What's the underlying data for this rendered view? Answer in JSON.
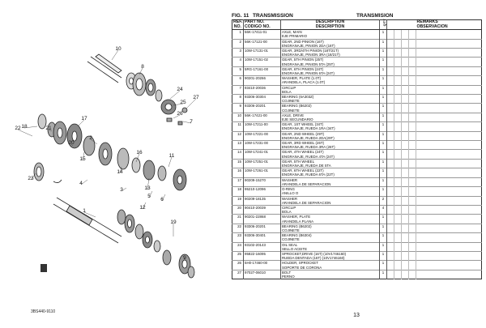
{
  "figure": {
    "fig_label": "FIG.  11",
    "title_en": "TRANSMISSION",
    "title_es": "TRANSMISION",
    "diagram_code": "3BS440-9110"
  },
  "columns": {
    "ref": "REF.\nNO.",
    "part_no": "PART NO.\nCODIGO NO.",
    "description": "DESCRIPTION\nDESCRIPTION",
    "qty": "Q'TY",
    "remarks": "REMARKS\nOBSERVACION"
  },
  "callouts": [
    "1",
    "2",
    "3",
    "4",
    "5",
    "6",
    "7",
    "8",
    "9",
    "10",
    "11",
    "12",
    "13",
    "14",
    "15",
    "16",
    "17",
    "18",
    "19",
    "20",
    "21",
    "22",
    "23",
    "24",
    "25",
    "26",
    "27"
  ],
  "rows": [
    {
      "ref": "1",
      "part_no": "56K-17411-01",
      "en": "AXLE, MAIN",
      "es": "EJE PRIMARIO",
      "qty": "1"
    },
    {
      "ref": "2",
      "part_no": "56K-17121-00",
      "en": "GEAR, 2ND PINION (16T)",
      "es": "ENGRANAJE, PINION 2DA (16T)",
      "qty": "1"
    },
    {
      "ref": "3",
      "part_no": "10W-17131-01",
      "en": "GEAR, 3RD/4TH PINION (18T/21T)",
      "es": "ENGRANAJE, PINION 3RA (18/21T)",
      "qty": "1"
    },
    {
      "ref": "4",
      "part_no": "10W-17151-02",
      "en": "GEAR, 5TH PINION (25T)",
      "es": "ENGRANAJE, PINION 5TA (25T)",
      "qty": "1"
    },
    {
      "ref": "5",
      "part_no": "5RG-17161-00",
      "en": "GEAR, 6TH PINION (24T)",
      "es": "ENGRANAJE, PINION 6TA (24T)",
      "qty": "1"
    },
    {
      "ref": "6",
      "part_no": "90201-20266",
      "en": "WASHER, PLATE (1.0T)",
      "es": "ARANDELA, PLACA (1.0T)",
      "qty": "1"
    },
    {
      "ref": "7",
      "part_no": "93410-20036",
      "en": "CIRCLIP",
      "es": "BOLA",
      "qty": "1"
    },
    {
      "ref": "8",
      "part_no": "93306-30304",
      "en": "BEARING (6A303Z)",
      "es": "COJINETE",
      "qty": "1"
    },
    {
      "ref": "9",
      "part_no": "93306-20201",
      "en": "BEARING (B6202)",
      "es": "COJINETE",
      "qty": "1"
    },
    {
      "ref": "10",
      "part_no": "56K-17421-00",
      "en": "AXLE, DRIVE",
      "es": "EJE SECUNDARIO",
      "qty": "1"
    },
    {
      "ref": "11",
      "part_no": "10W-17211-00",
      "en": "GEAR, 1ST WHEEL (34T)",
      "es": "ENGRANAJE, RUEDA 1RA (34T)",
      "qty": "1"
    },
    {
      "ref": "12",
      "part_no": "10W-17221-00",
      "en": "GEAR, 2ND WHEEL (29T)",
      "es": "ENGRANAJE, RUEDA 2DA(29T)",
      "qty": "1"
    },
    {
      "ref": "13",
      "part_no": "10W-17231-00",
      "en": "GEAR, 3RD WHEEL (26T)",
      "es": "ENGRANAJE, RUEDA 3RA (26T)",
      "qty": "1"
    },
    {
      "ref": "14",
      "part_no": "10W-17241-01",
      "en": "GEAR, 4TH WHEEL (24T)",
      "es": "ENGRANAJE, RUEDA 4TA (24T)",
      "qty": "1"
    },
    {
      "ref": "15",
      "part_no": "10W-17251-01",
      "en": "GEAR, 5TH WHEEL",
      "es": "ENGRANAJE, RUEDA DE 5TA",
      "qty": "1"
    },
    {
      "ref": "16",
      "part_no": "10W-17261-01",
      "en": "GEAR, 6TH WHEEL (22T)",
      "es": "ENGRANAJE, RUEDA 6TA (22T)",
      "qty": "1"
    },
    {
      "ref": "17",
      "part_no": "90209-15270",
      "en": "WASHER",
      "es": "ARANDELA DE SEPARACION",
      "qty": "1"
    },
    {
      "ref": "18",
      "part_no": "95210-12096",
      "en": "O-RING",
      "es": "ANILLO O",
      "qty": "1"
    },
    {
      "ref": "19",
      "part_no": "90209-18135",
      "en": "WASHER",
      "es": "ARANDELA DE SEPARACION",
      "qty": "2"
    },
    {
      "ref": "20",
      "part_no": "90410-20039",
      "en": "CIRCLIP",
      "es": "BOLA",
      "qty": "4"
    },
    {
      "ref": "21",
      "part_no": "90201-22868",
      "en": "WASHER, PLATE",
      "es": "ARANDELA PLANA",
      "qty": "1"
    },
    {
      "ref": "22",
      "part_no": "93306-20201",
      "en": "BEARING (B6202)",
      "es": "COJINETE",
      "qty": "1"
    },
    {
      "ref": "23",
      "part_no": "93306-30401",
      "en": "BEARING (B6304)",
      "es": "COJINETE",
      "qty": "1"
    },
    {
      "ref": "24",
      "part_no": "93102-20143",
      "en": "OIL SEAL",
      "es": "SELLO ACEITE",
      "qty": "1"
    },
    {
      "ref": "25",
      "part_no": "95822-16095",
      "en": "SPROCKET,DRIVE (16T) (10V1746160)",
      "es": "RUEDA DENTADA (16T) (10V1746160)",
      "qty": "1"
    },
    {
      "ref": "26",
      "part_no": "5H0-17460-00",
      "en": "HOLDER, SPROCKET",
      "es": "SOPORTE DE CORONA",
      "qty": "1"
    },
    {
      "ref": "27",
      "part_no": "97027-06010",
      "en": "BOLT",
      "es": "PERNO",
      "qty": "1"
    }
  ],
  "page_number": "13"
}
